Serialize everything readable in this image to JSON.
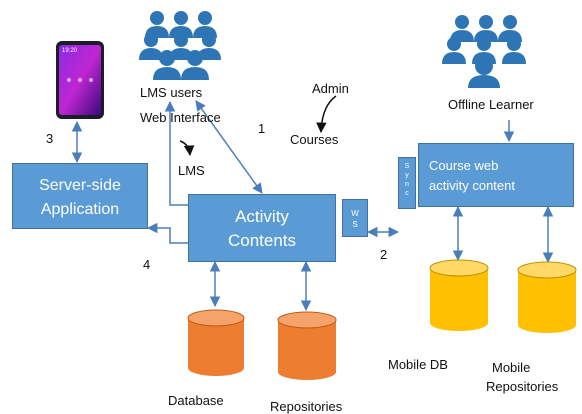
{
  "labels": {
    "lms_users": "LMS users",
    "web_interface": "Web Interface",
    "lms": "LMS",
    "admin": "Admin",
    "courses": "Courses",
    "offline_learner": "Offline Learner",
    "database": "Database",
    "repositories": "Repositories",
    "mobile_db": "Mobile DB",
    "mobile_repositories_line1": "Mobile",
    "mobile_repositories_line2": "Repositories"
  },
  "boxes": {
    "server_line1": "Server-side",
    "server_line2": "Application",
    "activity_line1": "Activity",
    "activity_line2": "Contents",
    "ws": "W S",
    "sync": "S y n c",
    "course_line1": "Course web",
    "course_line2": "activity content"
  },
  "numbers": {
    "n1": "1",
    "n2": "2",
    "n3": "3",
    "n4": "4"
  },
  "phone_time": "19:20",
  "colors": {
    "box_fill": "#5b9bd5",
    "box_border": "#41719c",
    "arrow": "#4a7ebb",
    "db_orange": "#ed7d31",
    "db_yellow": "#ffc000",
    "users_icon": "#2e75b6"
  }
}
